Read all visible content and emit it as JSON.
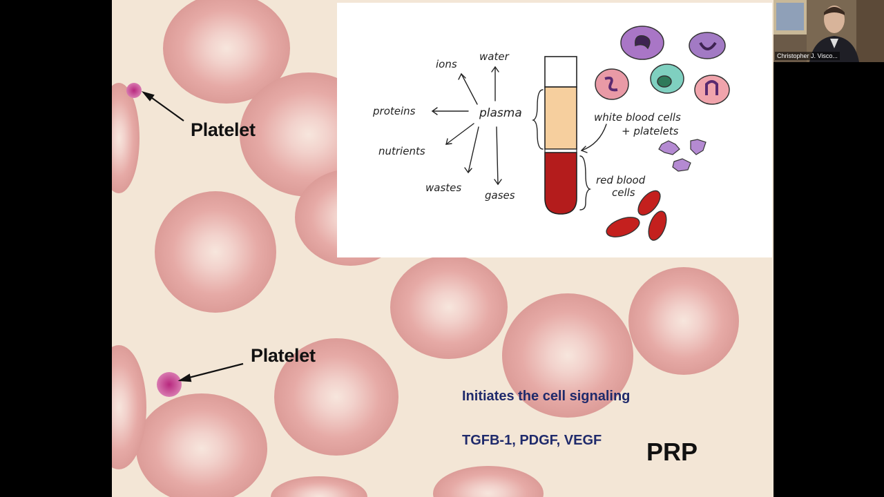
{
  "slide": {
    "platelet_label_top": "Platelet",
    "platelet_label_bottom": "Platelet",
    "point_1": "Initiates the cell signaling",
    "point_2": "TGFB-1, PDGF, VEGF",
    "tag": "PRP"
  },
  "diagram": {
    "center": "plasma",
    "components": [
      "ions",
      "water",
      "proteins",
      "nutrients",
      "wastes",
      "gases"
    ],
    "wbc_label_1": "white blood cells",
    "wbc_label_2": "+ platelets",
    "rbc_label_1": "red blood",
    "rbc_label_2": "cells"
  },
  "webcam": {
    "participant_name": "Christopher J. Visco..."
  },
  "colors": {
    "rbc": "#e9b4b0",
    "rbc_center": "#f6e2da",
    "background": "#f3e6d6",
    "platelet": "#c23a8a",
    "text_blue": "#1f2a6b"
  }
}
